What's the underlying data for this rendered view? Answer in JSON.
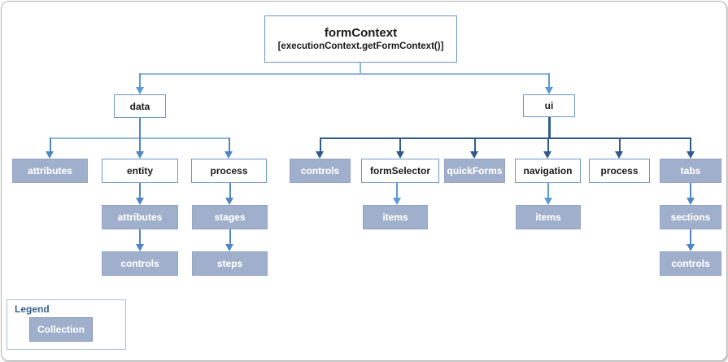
{
  "root": {
    "title": "formContext",
    "subtitle": "[executionContext.getFormContext()]"
  },
  "nodes": {
    "data": "data",
    "ui": "ui",
    "data_attributes": "attributes",
    "data_entity": "entity",
    "data_process": "process",
    "entity_attributes": "attributes",
    "entity_controls": "controls",
    "process_stages": "stages",
    "process_steps": "steps",
    "ui_controls": "controls",
    "ui_formSelector": "formSelector",
    "ui_quickForms": "quickForms",
    "ui_navigation": "navigation",
    "ui_process": "process",
    "ui_tabs": "tabs",
    "formSelector_items": "items",
    "navigation_items": "items",
    "tabs_sections": "sections",
    "tabs_controls": "controls"
  },
  "legend": {
    "title": "Legend",
    "collection_label": "Collection"
  },
  "colors": {
    "collection_fill": "#A0AFCB",
    "collection_border": "#94A4C2",
    "collection_text": "#FFFFFF",
    "white_box_border": "#6D96C2",
    "box_text": "#1A1A1A",
    "legend_border": "#A9BFD9",
    "legend_box_border": "#8496B0",
    "legend_title": "#36618E",
    "conn_pale": "#8FB6DE",
    "conn_light": "#5B9BD5",
    "conn_med": "#4E86C6",
    "conn_dark": "#2F5B8C",
    "frame_border": "#B5B5B5"
  }
}
